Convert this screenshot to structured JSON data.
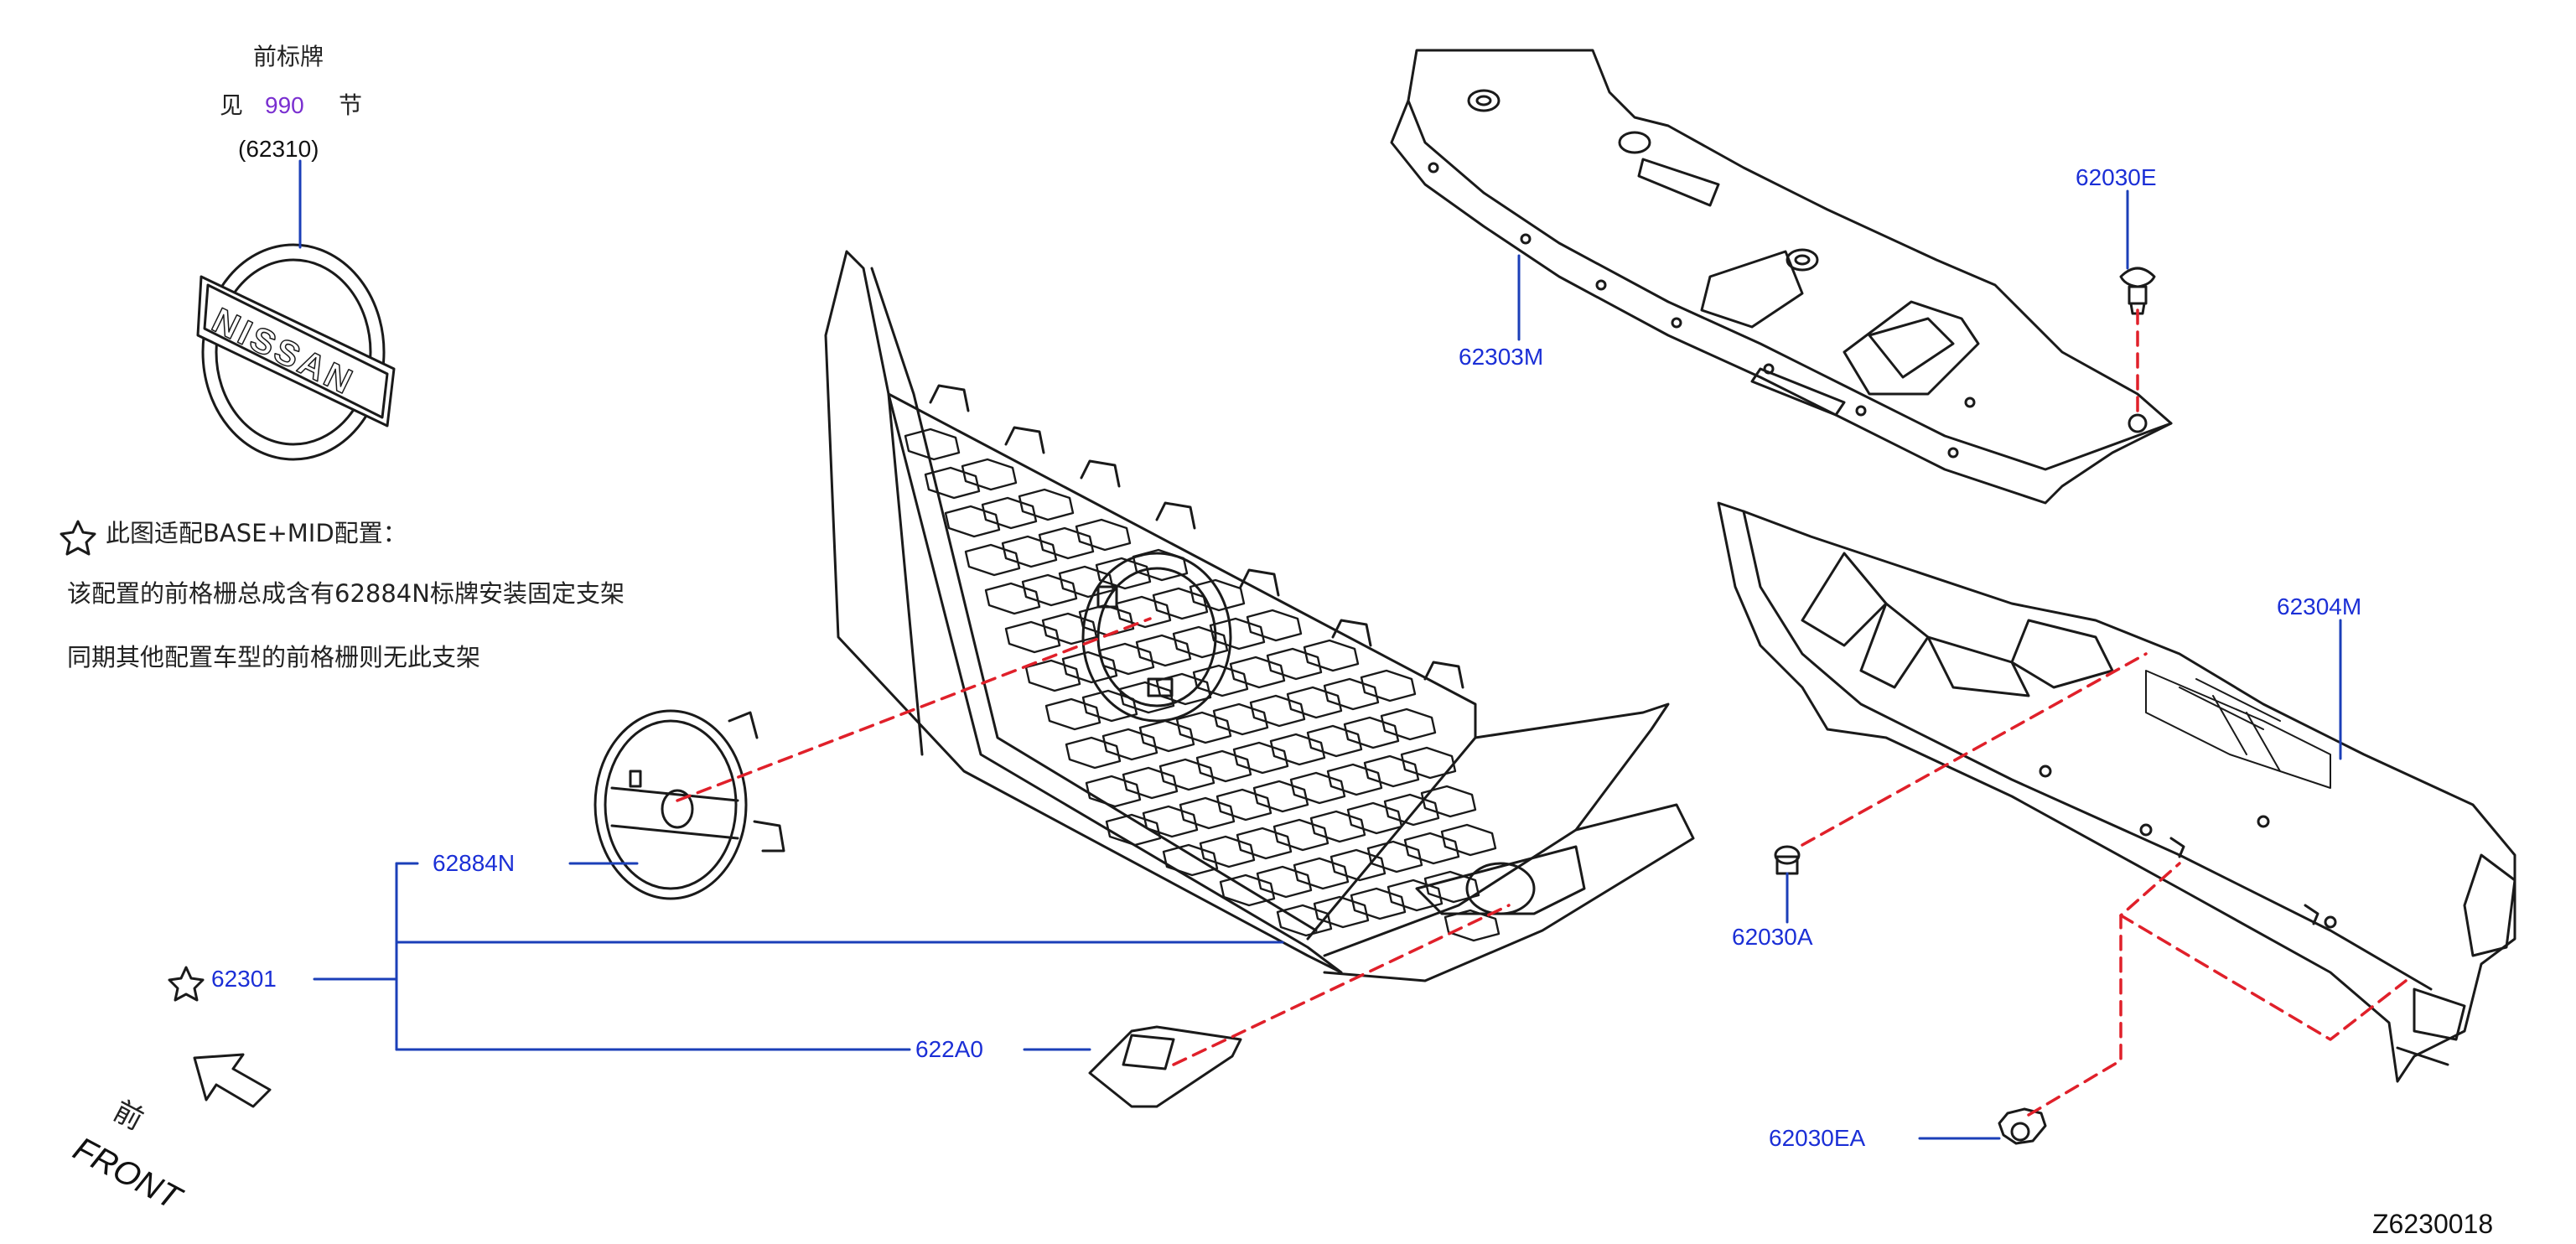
{
  "badge_ref": {
    "title": "前标牌",
    "see_prefix": "见",
    "section": "990",
    "see_suffix": "节",
    "part_no": "(62310)",
    "badge_text": "NISSAN"
  },
  "notes": {
    "star_line": "此图适配BASE+MID配置：",
    "line2": "该配置的前格栅总成含有62884N标牌安装固定支架",
    "line3": "同期其他配置车型的前格栅则无此支架"
  },
  "parts": {
    "p62303M": "62303M",
    "p62030E": "62030E",
    "p62304M": "62304M",
    "p62884N": "62884N",
    "p62301": "62301",
    "p62030A": "62030A",
    "p622A0": "622A0",
    "p62030EA": "62030EA"
  },
  "direction": {
    "front_cn": "前",
    "front_en": "FRONT"
  },
  "diagram_id": "Z6230018",
  "colors": {
    "callout_line": "#1b3fb8",
    "part_label": "#1b2fd6",
    "dashed_leader": "#e0202a",
    "section_ref": "#7a2fd0",
    "outline": "#1a1a1a"
  },
  "icons": {
    "star": "star-outline-icon",
    "front_arrow": "front-direction-arrow-icon"
  }
}
